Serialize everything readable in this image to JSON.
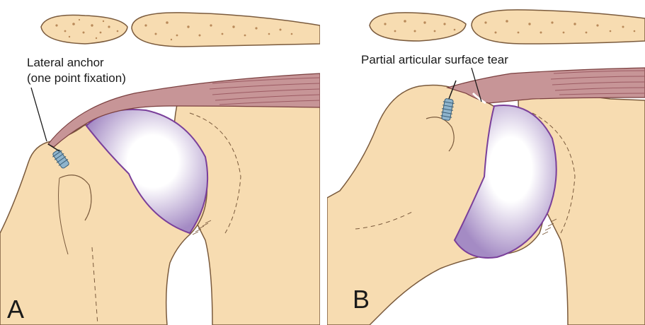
{
  "panels": [
    {
      "letter": "A",
      "callout_line1": "Lateral anchor",
      "callout_line2": "(one point fixation)"
    },
    {
      "letter": "B",
      "callout_line1": "Partial articular surface tear"
    }
  ],
  "colors": {
    "bone": "#f7dcb1",
    "bone_outline": "#7a5a3c",
    "acromion_spots": "#b98a5a",
    "tendon": "#c79597",
    "tendon_fibers": "#9c5b63",
    "cartilage": "#a48bc4",
    "cartilage_outline": "#7a3f9a",
    "anchor": "#8fb4cc"
  }
}
